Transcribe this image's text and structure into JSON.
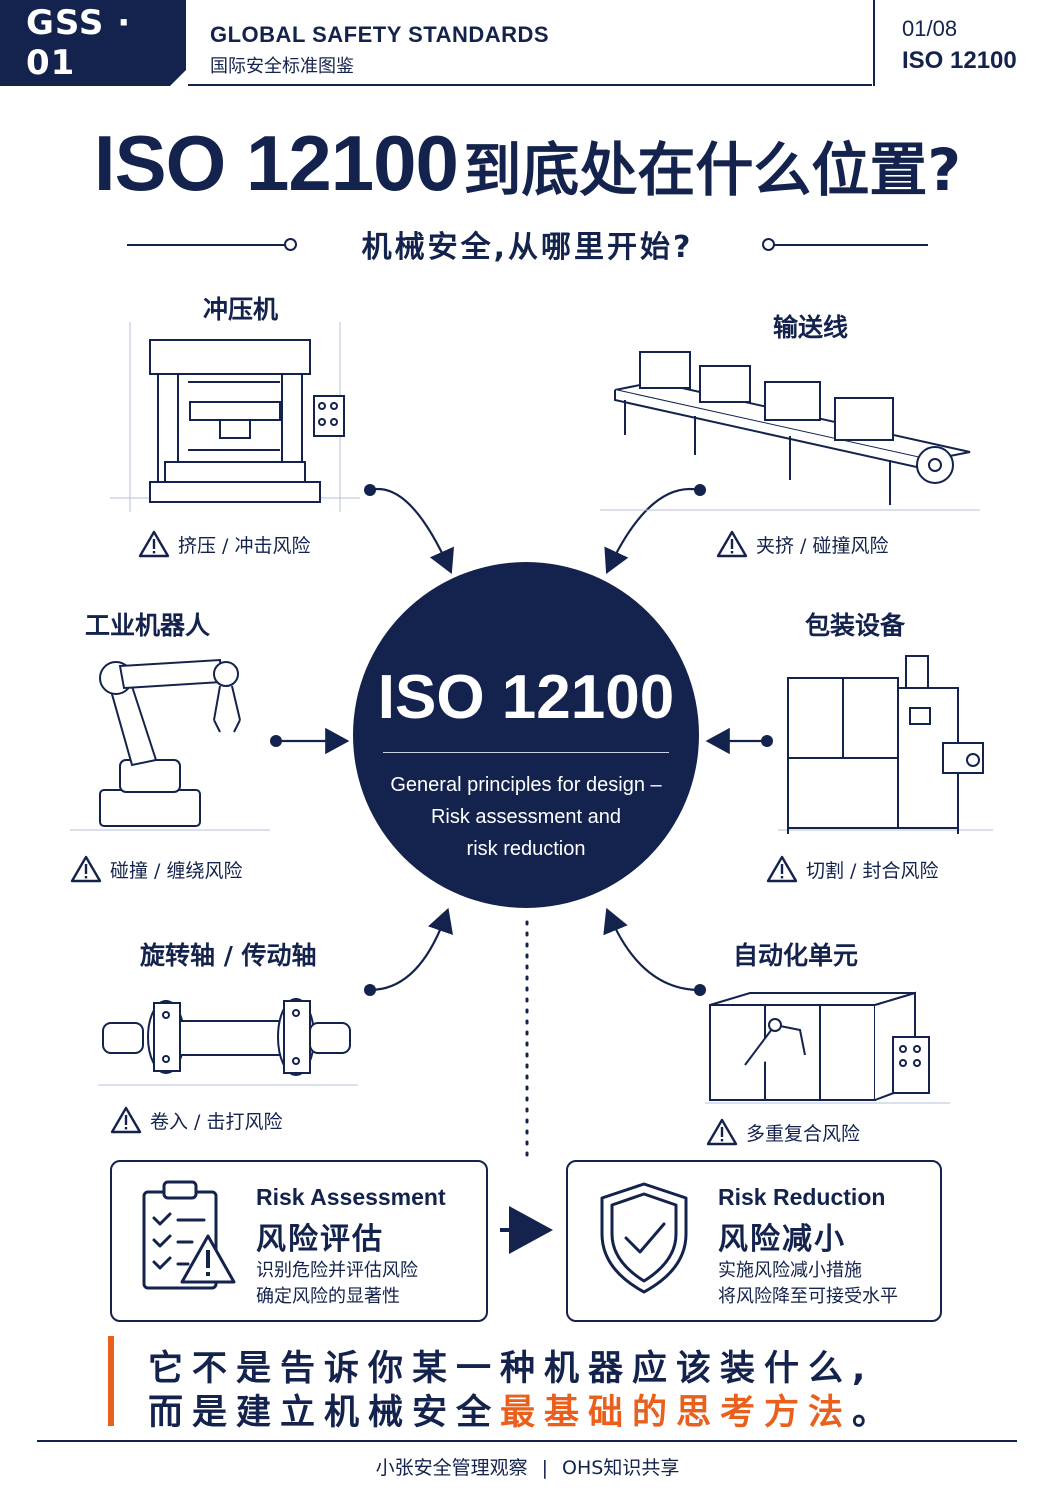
{
  "header": {
    "badge": "GSS · 01",
    "title_en": "GLOBAL SAFETY STANDARDS",
    "title_zh": "国际安全标准图鉴",
    "page": "01/08",
    "standard": "ISO 12100"
  },
  "title": {
    "en": "ISO 12100",
    "zh": "到底处在什么位置?",
    "subtitle": "机械安全,从哪里开始?"
  },
  "machines": {
    "press": {
      "label": "冲压机",
      "risk": "挤压 / 冲击风险"
    },
    "conveyor": {
      "label": "输送线",
      "risk": "夹挤 / 碰撞风险"
    },
    "robot": {
      "label": "工业机器人",
      "risk": "碰撞 / 缠绕风险"
    },
    "packaging": {
      "label": "包装设备",
      "risk": "切割 / 封合风险"
    },
    "shaft": {
      "label": "旋转轴 / 传动轴",
      "risk": "卷入 / 击打风险"
    },
    "cell": {
      "label": "自动化单元",
      "risk": "多重复合风险"
    }
  },
  "hub": {
    "title": "ISO 12100",
    "desc_1": "General principles for design –",
    "desc_2": "Risk assessment and",
    "desc_3": "risk reduction"
  },
  "assessment": {
    "en": "Risk Assessment",
    "zh": "风险评估",
    "line1": "识别危险并评估风险",
    "line2": "确定风险的显著性"
  },
  "reduction": {
    "en": "Risk Reduction",
    "zh": "风险减小",
    "line1": "实施风险减小措施",
    "line2": "将风险降至可接受水平"
  },
  "quote": {
    "line1": "它不是告诉你某一种机器应该装什么,",
    "line2_start": "而是建立机械安全",
    "line2_highlight": "最基础的思考方法",
    "line2_end": "。"
  },
  "footer": {
    "left": "小张安全管理观察",
    "separator": "|",
    "right": "OHS知识共享"
  },
  "colors": {
    "navy": "#14234d",
    "accent": "#e8601c"
  }
}
